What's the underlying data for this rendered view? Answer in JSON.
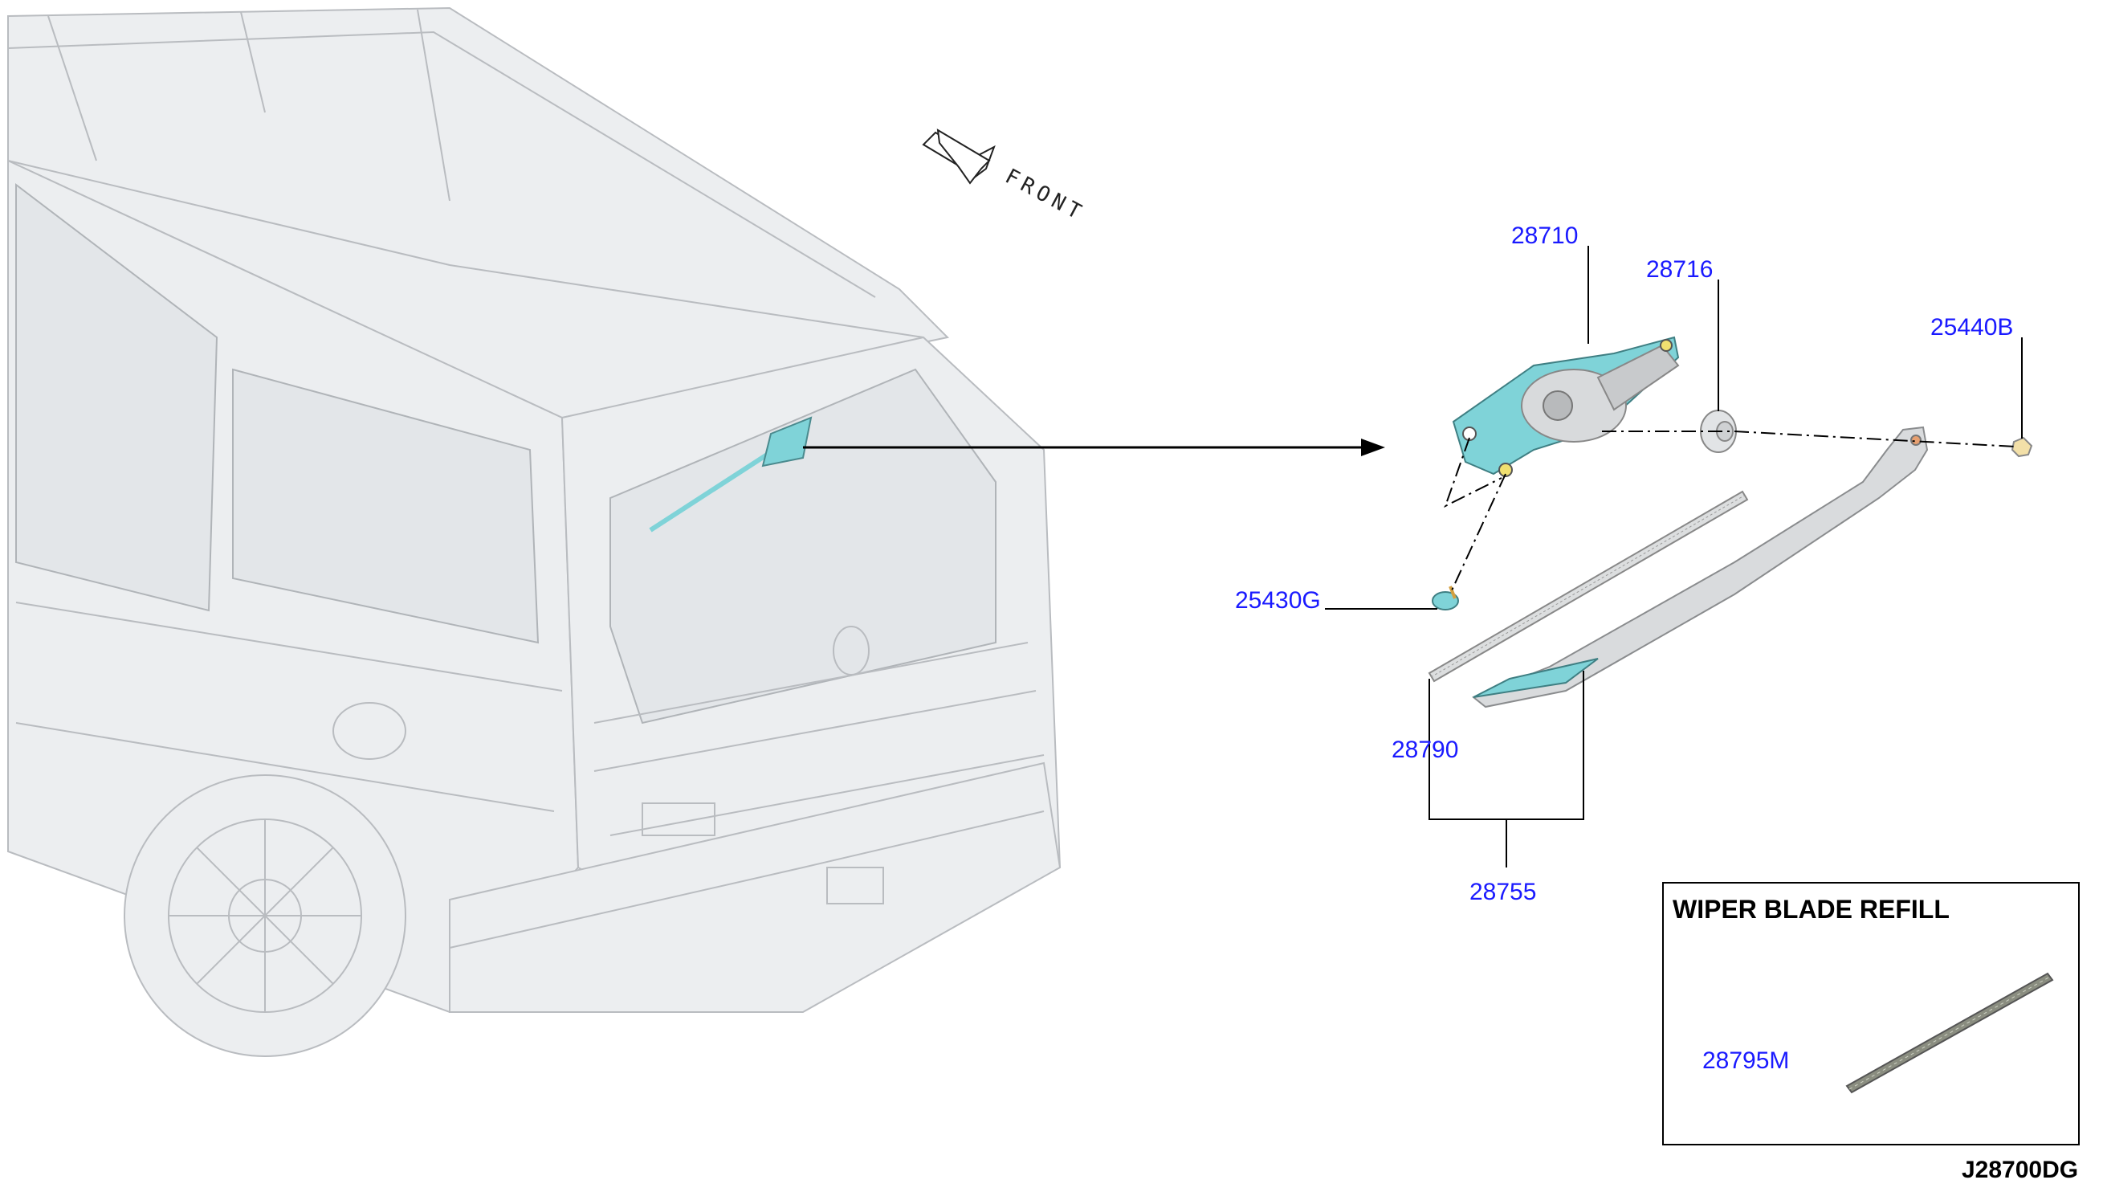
{
  "front_label": "FRONT",
  "parts": {
    "p28710": "28710",
    "p28716": "28716",
    "p25440B": "25440B",
    "p25430G": "25430G",
    "p28790": "28790",
    "p28755": "28755",
    "p28795M": "28795M"
  },
  "inset": {
    "title": "WIPER BLADE REFILL"
  },
  "diagram_id": "J28700DG",
  "colors": {
    "label_blue": "#1a1aff",
    "motor_cyan": "#7fd3d8",
    "car_outline": "#b9bcc0"
  }
}
